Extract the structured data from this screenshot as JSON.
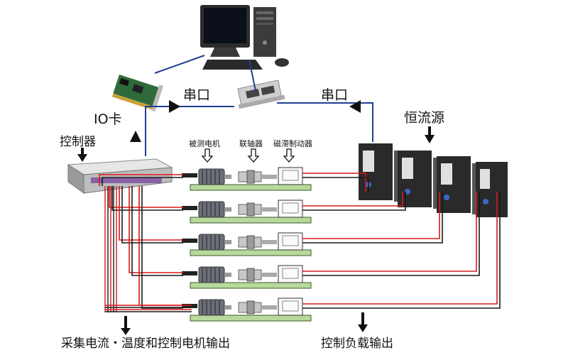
{
  "labels": {
    "io_card": "IO卡",
    "serial_left": "串口",
    "serial_right": "串口",
    "controller": "控制器",
    "motor_under_test": "被测电机",
    "coupling": "联轴器",
    "hysteresis_brake": "磁滞制动器",
    "constant_current_source": "恒流源",
    "bottom_left_caption": "采集电流・温度和控制电机输出",
    "bottom_right_caption": "控制负载输出"
  },
  "rig_count": 5,
  "colors": {
    "wire_red": "#d81818",
    "wire_black": "#1a1a1a",
    "link_blue": "#1f3f8f",
    "base_green": "#b9d99c",
    "base_dark": "#3a5a2a"
  }
}
